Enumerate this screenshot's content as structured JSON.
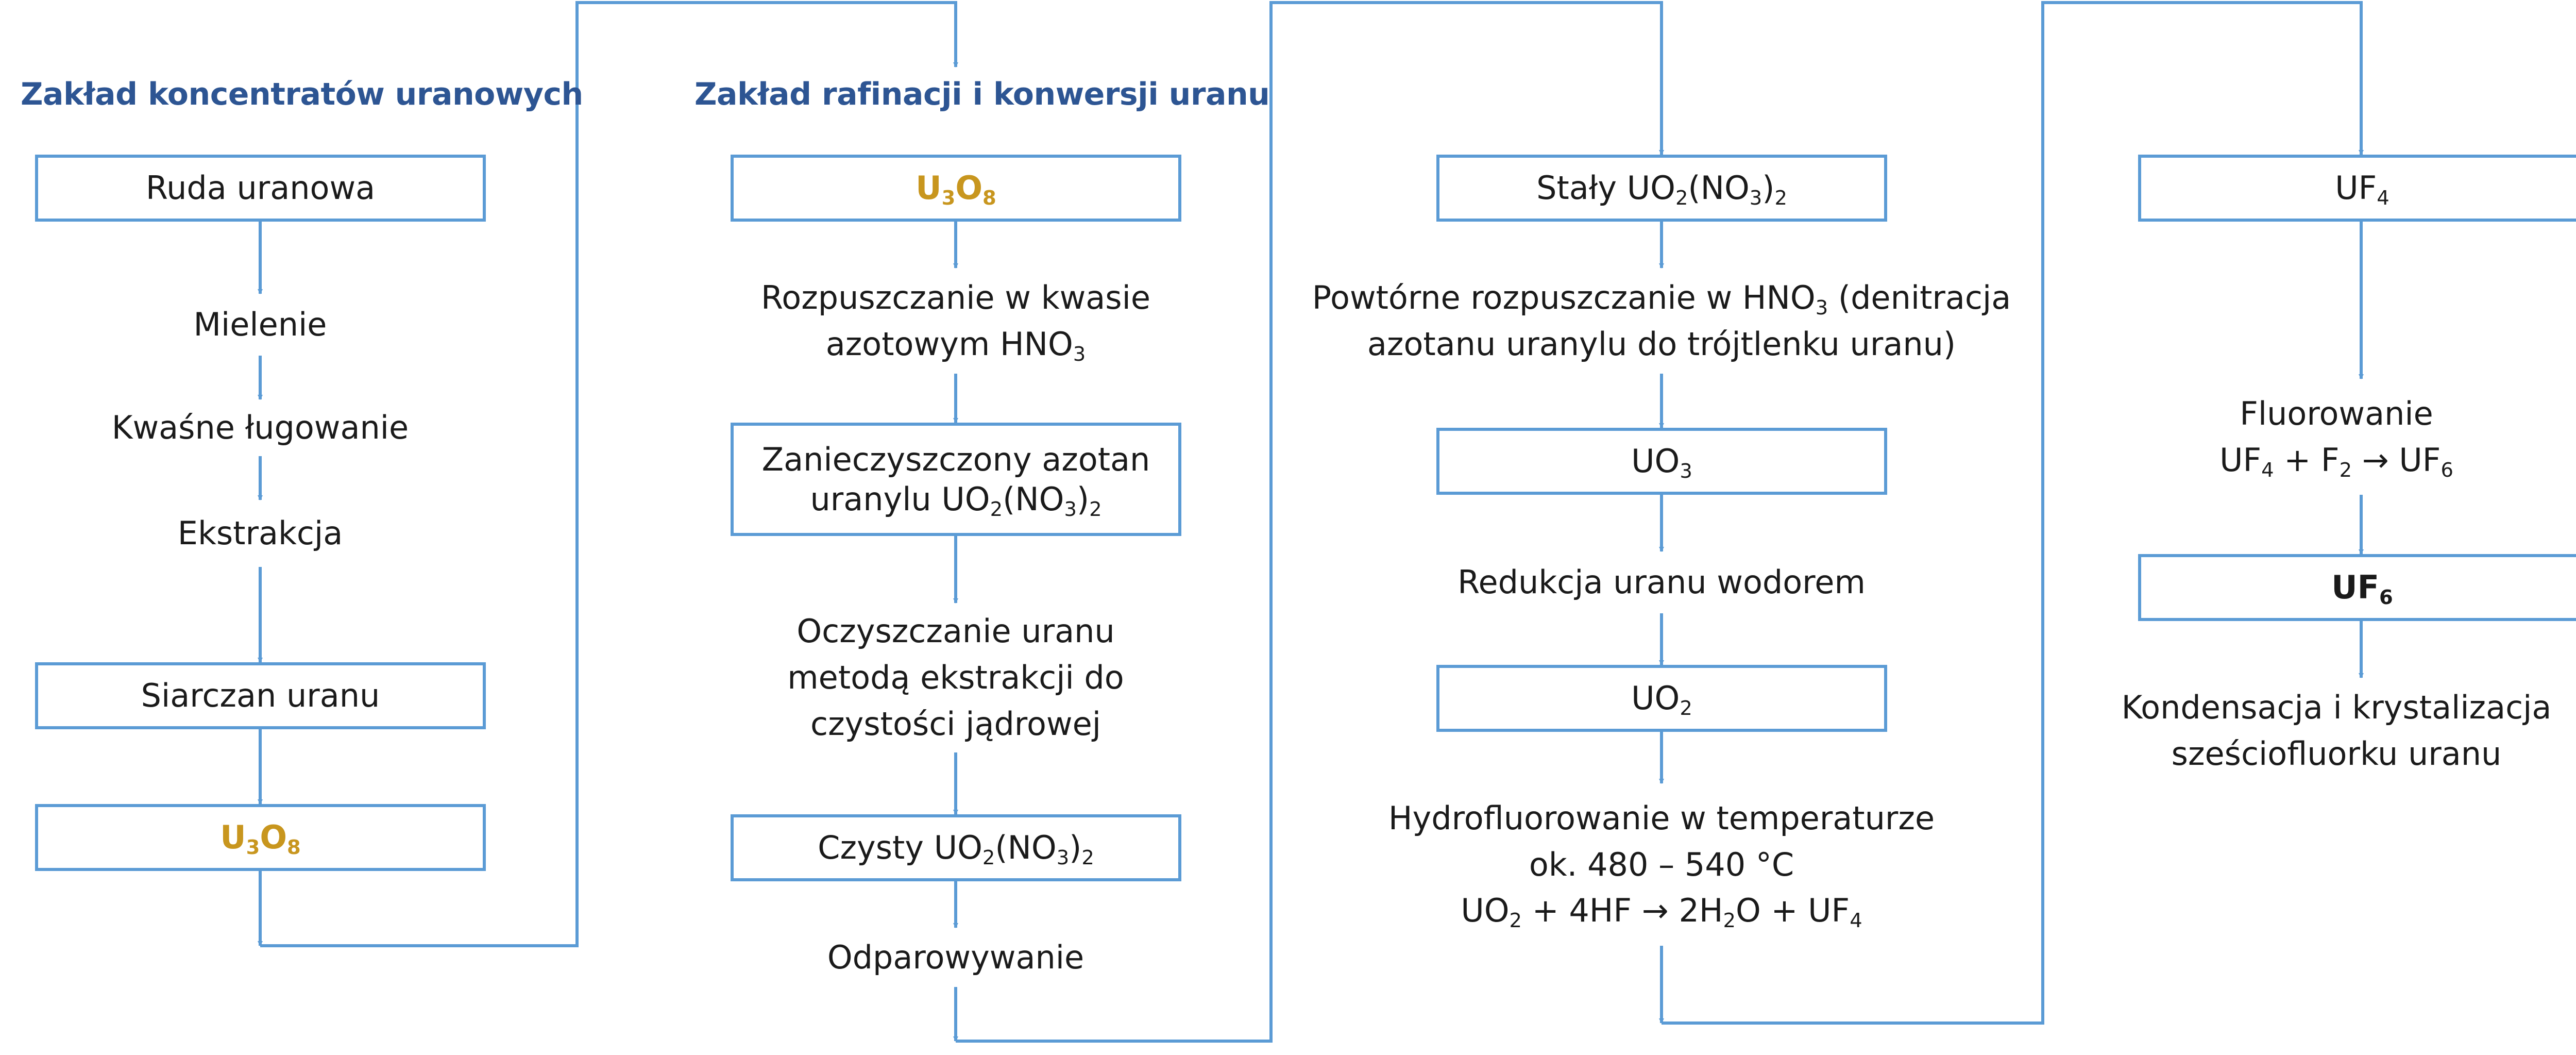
{
  "headings": {
    "col1": "Zakład koncentratów uranowych",
    "col2": "Zakład rafinacji i konwersji uranu"
  },
  "colors": {
    "heading": "#2d5593",
    "line": "#5b9bd5",
    "highlight": "#c8961e",
    "text": "#1a1a1a"
  },
  "col1": {
    "ruda": "Ruda uranowa",
    "mielenie": "Mielenie",
    "lugowanie": "Kwaśne ługowanie",
    "ekstrakcja": "Ekstrakcja",
    "siarczan": "Siarczan uranu",
    "u3o8": {
      "a": "U",
      "b": "3",
      "c": "O",
      "d": "8"
    }
  },
  "col2": {
    "u3o8": {
      "a": "U",
      "b": "3",
      "c": "O",
      "d": "8"
    },
    "rozp": {
      "line1": "Rozpuszczanie w kwasie",
      "line2a": "azotowym HNO",
      "line2b": "3"
    },
    "zanie": {
      "line1": "Zanieczyszczony azotan",
      "a": "uranylu UO",
      "b": "2",
      "c": "(NO",
      "d": "3",
      "e": ")",
      "f": "2"
    },
    "oczysz": {
      "line1": "Oczyszczanie uranu",
      "line2": "metodą ekstrakcji do",
      "line3": "czystości jądrowej"
    },
    "czysty": {
      "a": "Czysty UO",
      "b": "2",
      "c": "(NO",
      "d": "3",
      "e": ")",
      "f": "2"
    },
    "odpar": "Odparowywanie"
  },
  "col3": {
    "staly": {
      "a": "Stały UO",
      "b": "2",
      "c": "(NO",
      "d": "3",
      "e": ")",
      "f": "2"
    },
    "powt": {
      "line1a": "Powtórne rozpuszczanie w HNO",
      "line1b": "3",
      "line1c": " (denitracja",
      "line2": "azotanu uranylu do trójtlenku uranu)"
    },
    "uo3": {
      "a": "UO",
      "b": "3"
    },
    "redukcja": "Redukcja uranu wodorem",
    "uo2": {
      "a": "UO",
      "b": "2"
    },
    "hydro": {
      "line1": "Hydrofluorowanie w temperaturze",
      "line2": "ok. 480 – 540 °C",
      "eq": {
        "a": "UO",
        "b": "2",
        "c": " + 4HF → 2H",
        "d": "2",
        "e": "O + UF",
        "f": "4"
      }
    }
  },
  "col4": {
    "uf4": {
      "a": "UF",
      "b": "4"
    },
    "fluor": {
      "line1": "Fluorowanie",
      "eq": {
        "a": "UF",
        "b": "4",
        "c": " + F",
        "d": "2",
        "e": " → UF",
        "f": "6"
      }
    },
    "uf6": {
      "a": "UF",
      "b": "6"
    },
    "kond": {
      "line1": "Kondensacja i krystalizacja",
      "line2": "sześciofluorku uranu"
    }
  }
}
